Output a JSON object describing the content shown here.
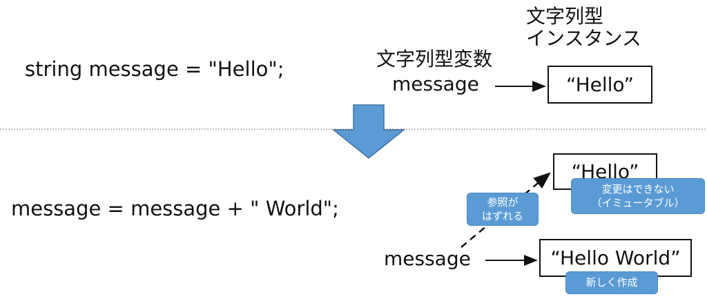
{
  "top": {
    "code": "string message = \"Hello\";",
    "instance_label_line1": "文字列型",
    "instance_label_line2": "インスタンス",
    "variable_label_line1": "文字列型変数",
    "variable_label_line2": "message",
    "hello_box": "“Hello”"
  },
  "bottom": {
    "code": "message = message + \" World\";",
    "old_box": "“Hello”",
    "immutable_badge_line1": "変更はできない",
    "immutable_badge_line2": "（イミュータブル）",
    "detached_badge_line1": "参照が",
    "detached_badge_line2": "はずれる",
    "variable_label": "message",
    "new_box": "“Hello World”",
    "new_badge": "新しく作成"
  },
  "colors": {
    "accent": "#5B9BD5",
    "badge_text": "#FFFFFF",
    "divider": "#808080"
  },
  "icons": {
    "transition": "down-arrow-icon",
    "reference": "right-arrow-icon",
    "broken_reference": "dashed-arrow-icon"
  }
}
